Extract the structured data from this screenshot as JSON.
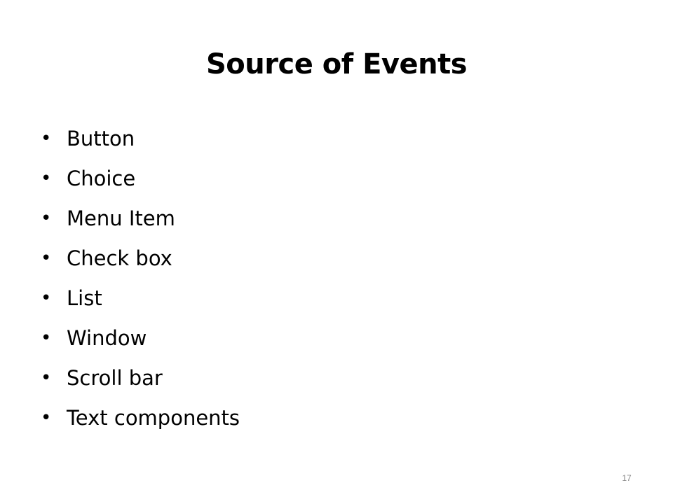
{
  "slide": {
    "title": "Source of Events",
    "bullet_glyph": "•",
    "items": [
      "Button",
      "Choice",
      "Menu Item",
      "Check box",
      "List",
      "Window",
      "Scroll bar",
      "Text components"
    ],
    "page_number": "17",
    "colors": {
      "background": "#ffffff",
      "text": "#000000",
      "page_number": "#8a8a8a"
    }
  }
}
